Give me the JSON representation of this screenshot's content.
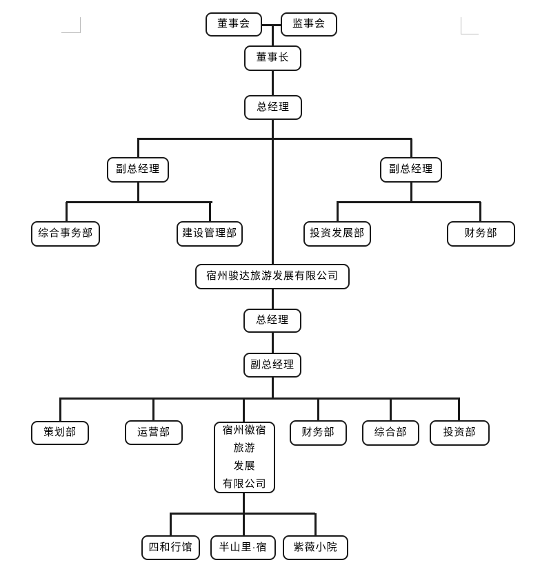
{
  "colors": {
    "page_background": "#ffffff",
    "box_fill": "#ffffff",
    "box_border": "#1a1a1a",
    "connector_line": "#1a1a1a",
    "text": "#000000",
    "margin_mark": "#bbbbbb"
  },
  "nodes": {
    "board": "董事会",
    "supervisory_board": "监事会",
    "chairman": "董事长",
    "general_manager": "总经理",
    "deputy_gm_left": "副总经理",
    "deputy_gm_right": "副总经理",
    "general_affairs_dept": "综合事务部",
    "construction_mgmt_dept": "建设管理部",
    "investment_dev_dept": "投资发展部",
    "finance_dept": "财务部",
    "junda_company": "宿州骏达旅游发展有限公司",
    "junda_general_manager": "总经理",
    "junda_deputy_gm": "副总经理",
    "planning_dept": "策划部",
    "operations_dept": "运营部",
    "huisu_company": "宿州徽宿\n旅游\n发展\n有限公司",
    "junda_finance_dept": "财务部",
    "general_dept": "综合部",
    "investment_dept": "投资部",
    "sihe_inn": "四和行馆",
    "banshanli_inn": "半山里·宿",
    "ziwei_inn": "紫薇小院"
  },
  "hierarchy": [
    {
      "parent": "董事会 / 监事会",
      "child": "董事长"
    },
    {
      "parent": "董事长",
      "child": "总经理"
    },
    {
      "parent": "总经理",
      "children": [
        "副总经理(左)",
        "副总经理(右)",
        "宿州骏达旅游发展有限公司"
      ]
    },
    {
      "parent": "副总经理(左)",
      "children": [
        "综合事务部",
        "建设管理部"
      ]
    },
    {
      "parent": "副总经理(右)",
      "children": [
        "投资发展部",
        "财务部"
      ]
    },
    {
      "parent": "宿州骏达旅游发展有限公司",
      "child": "总经理"
    },
    {
      "parent": "总经理(宿州骏达)",
      "child": "副总经理"
    },
    {
      "parent": "副总经理(宿州骏达)",
      "children": [
        "策划部",
        "运营部",
        "宿州徽宿旅游发展有限公司",
        "财务部",
        "综合部",
        "投资部"
      ]
    },
    {
      "parent": "宿州徽宿旅游发展有限公司",
      "children": [
        "四和行馆",
        "半山里·宿",
        "紫薇小院"
      ]
    }
  ]
}
